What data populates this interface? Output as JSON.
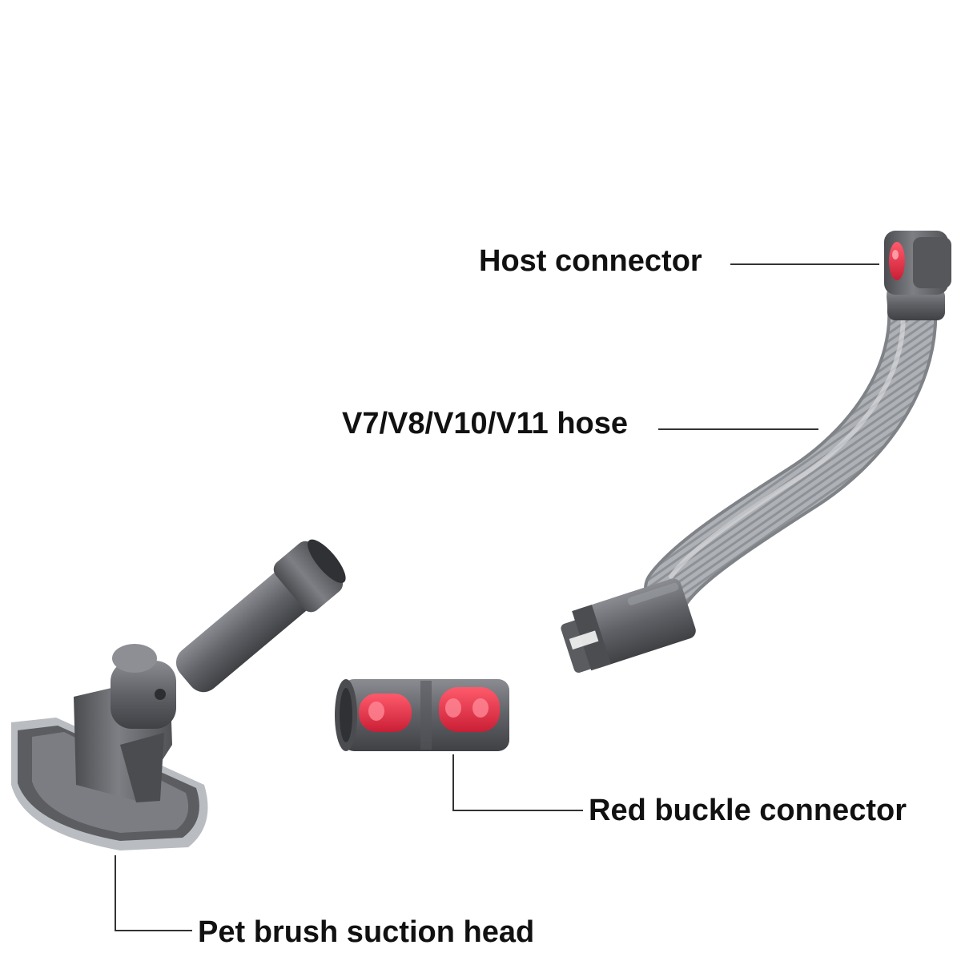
{
  "labels": {
    "host_connector": "Host connector",
    "hose": "V7/V8/V10/V11 hose",
    "red_buckle_connector": "Red buckle connector",
    "pet_brush_head": "Pet brush suction head"
  },
  "colors": {
    "background": "#ffffff",
    "label_text": "#111111",
    "leader_line": "#333333",
    "plastic_gray": "#6b6d72",
    "hose_gray": "#a9acb1",
    "buckle_red": "#e8344a"
  }
}
